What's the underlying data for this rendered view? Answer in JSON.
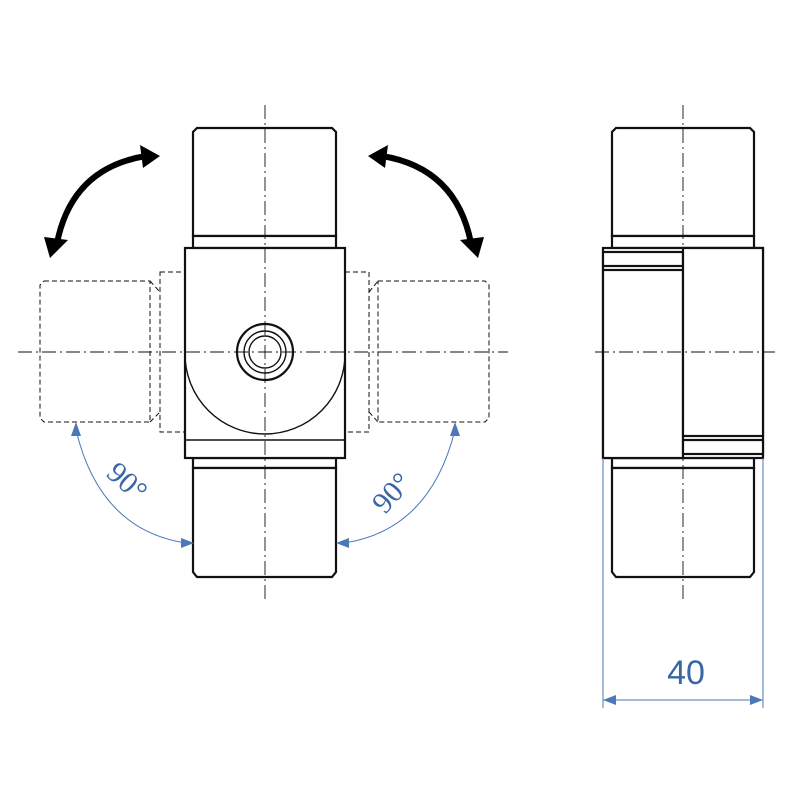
{
  "angle_left": "90°",
  "angle_right": "90°",
  "width_dimension": "40",
  "colors": {
    "outline": "#111111",
    "dimension": "#4a78b8"
  }
}
